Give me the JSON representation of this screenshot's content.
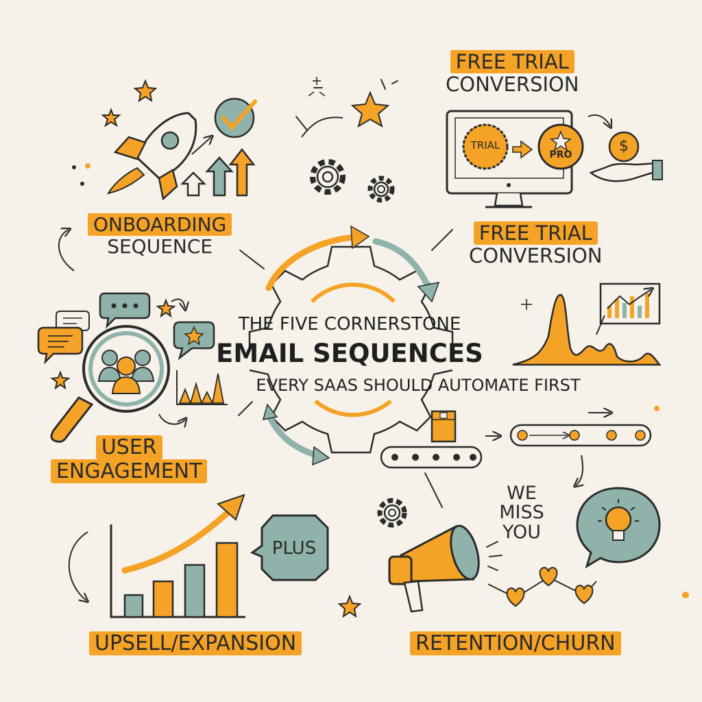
{
  "title": {
    "line1": "The Five Cornerstone",
    "line2": "Email Sequences",
    "line3": "Every SaaS Should Automate First"
  },
  "sequences": {
    "onboarding": {
      "line1": "Onboarding",
      "line2": "Sequence"
    },
    "free_trial_top": {
      "line1": "Free Trial",
      "line2": "Conversion"
    },
    "free_trial_mid": {
      "line1": "Free Trial",
      "line2": "Conversion"
    },
    "engagement": {
      "line1": "User",
      "line2": "Engagement"
    },
    "upsell": {
      "label": "Upsell/Expansion"
    },
    "retention": {
      "label": "Retention/Churn"
    }
  },
  "illustrations": {
    "trial_badge": "TRIAL",
    "pro_badge": "PRO",
    "plus_bubble": "PLUS",
    "miss_you": {
      "line1": "We",
      "line2": "Miss",
      "line3": "You"
    },
    "dollar": "$"
  },
  "colors": {
    "background": "#f6f2ea",
    "orange": "#f5a326",
    "teal": "#8fb3aa",
    "ink": "#2b2b2b"
  }
}
